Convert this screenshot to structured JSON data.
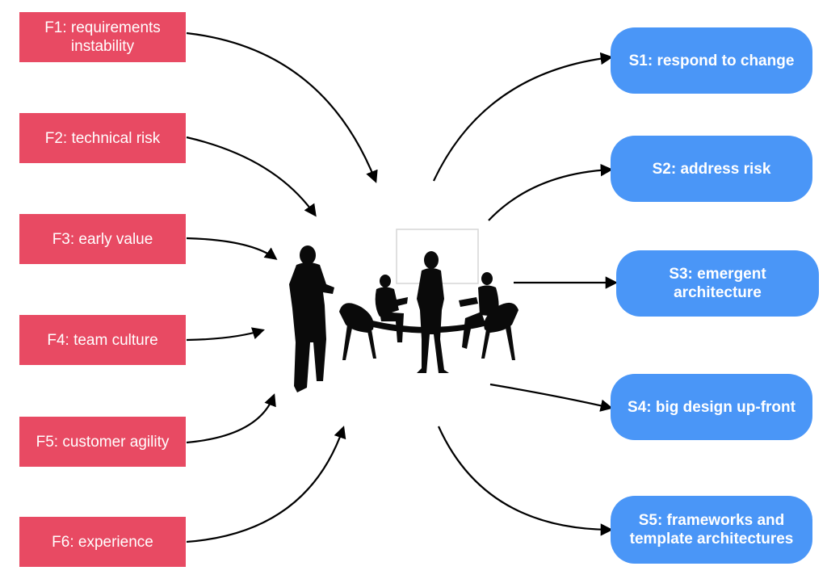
{
  "colors": {
    "factor_fill": "#e84a63",
    "strategy_fill": "#4a96f7",
    "arrow": "#000000",
    "silhouette": "#0a0a0a",
    "board_border": "#d6d6d6"
  },
  "factors": [
    {
      "id": "f1",
      "label": "F1: requirements\ninstability"
    },
    {
      "id": "f2",
      "label": "F2: technical risk"
    },
    {
      "id": "f3",
      "label": "F3: early value"
    },
    {
      "id": "f4",
      "label": "F4: team culture"
    },
    {
      "id": "f5",
      "label": "F5: customer agility"
    },
    {
      "id": "f6",
      "label": "F6: experience"
    }
  ],
  "strategies": [
    {
      "id": "s1",
      "label": "S1: respond to change"
    },
    {
      "id": "s2",
      "label": "S2: address risk"
    },
    {
      "id": "s3",
      "label": "S3: emergent\narchitecture"
    },
    {
      "id": "s4",
      "label": "S4: big design up-front"
    },
    {
      "id": "s5",
      "label": "S5: frameworks and\ntemplate architectures"
    }
  ],
  "center_illustration": {
    "icon": "team-meeting-silhouette-icon"
  }
}
